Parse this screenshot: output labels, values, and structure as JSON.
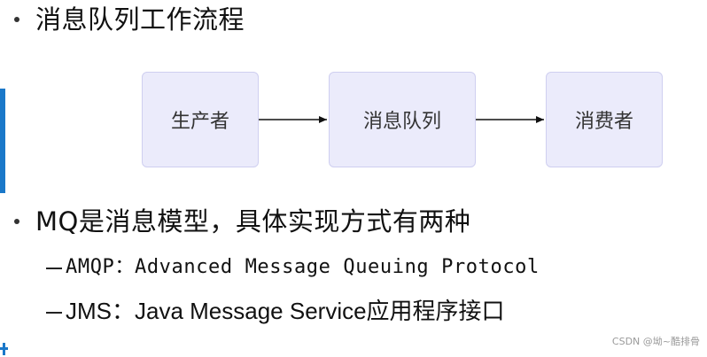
{
  "heading1": "消息队列工作流程",
  "flow": {
    "nodes": [
      {
        "label": "生产者"
      },
      {
        "label": "消息队列"
      },
      {
        "label": "消费者"
      }
    ]
  },
  "heading2": "MQ是消息模型，具体实现方式有两种",
  "items": [
    {
      "text": "AMQP：Advanced Message Queuing Protocol"
    },
    {
      "text": "JMS：Java Message Service应用程序接口"
    }
  ],
  "watermark": "CSDN @坳~酷排骨",
  "colors": {
    "accent_bar": "#1a78c9",
    "node_fill": "#ebebfb",
    "node_border": "#cfcff0"
  }
}
